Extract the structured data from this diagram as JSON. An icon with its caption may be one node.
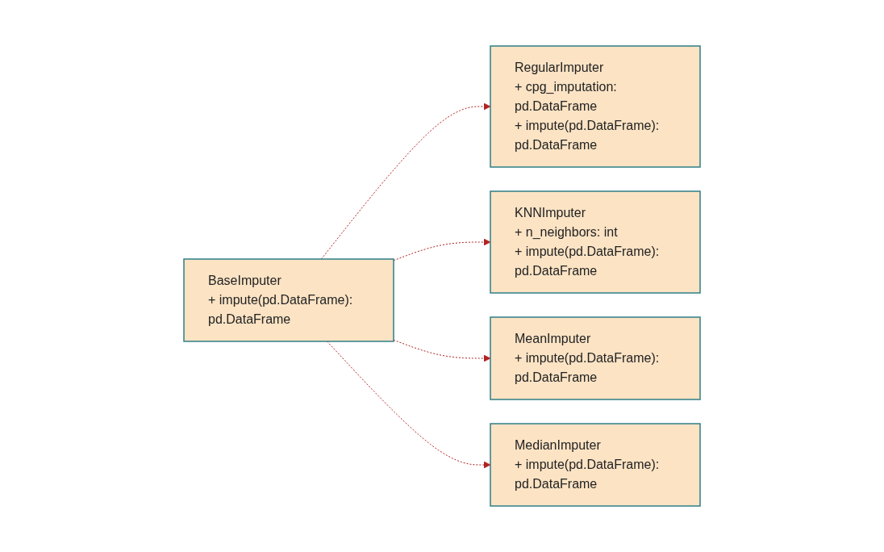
{
  "diagram": {
    "nodes": [
      {
        "text": [
          "BaseImputer",
          "+ impute(pd.DataFrame): pd.DataFrame"
        ]
      },
      {
        "text": [
          "RegularImputer",
          "+ cpg_imputation: pd.DataFrame",
          "+ impute(pd.DataFrame): pd.DataFrame"
        ]
      },
      {
        "text": [
          "KNNImputer",
          "+ n_neighbors: int",
          "+ impute(pd.DataFrame): pd.DataFrame"
        ]
      },
      {
        "text": [
          "MeanImputer",
          "+ impute(pd.DataFrame): pd.DataFrame"
        ]
      },
      {
        "text": [
          "MedianImputer",
          "+ impute(pd.DataFrame): pd.DataFrame"
        ]
      }
    ],
    "edges": [
      {
        "from": 0,
        "to": 1,
        "arrow": "to",
        "style": "dashed",
        "color": "#b22222"
      },
      {
        "from": 0,
        "to": 2,
        "arrow": "to",
        "style": "dashed",
        "color": "#b22222"
      },
      {
        "from": 0,
        "to": 3,
        "arrow": "to",
        "style": "dashed",
        "color": "#b22222"
      },
      {
        "from": 0,
        "to": 4,
        "arrow": "to",
        "style": "dashed",
        "color": "#b22222"
      }
    ]
  }
}
